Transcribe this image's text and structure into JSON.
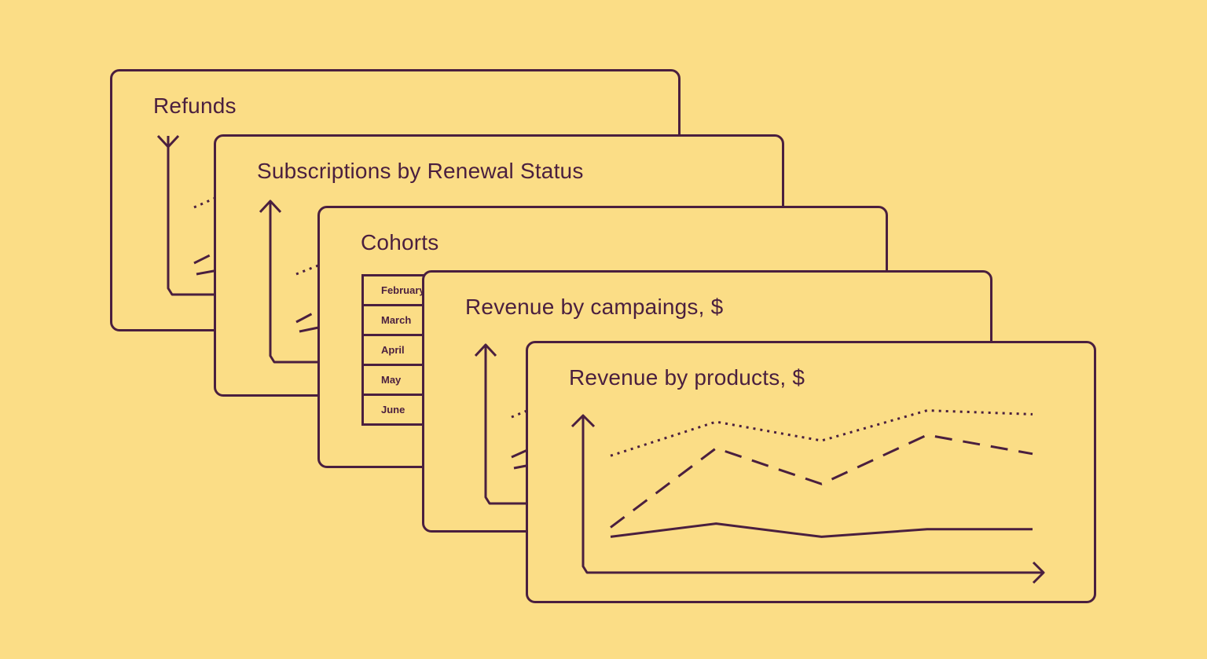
{
  "colors": {
    "background": "#FBDD86",
    "ink": "#4A1F3F"
  },
  "cards": {
    "refunds": {
      "title": "Refunds"
    },
    "subscriptions": {
      "title": "Subscriptions by Renewal Status"
    },
    "cohorts": {
      "title": "Cohorts",
      "rows": [
        "February",
        "March",
        "April",
        "May",
        "June"
      ]
    },
    "campaigns": {
      "title": "Revenue by campaings, $"
    },
    "products": {
      "title": "Revenue by products, $"
    }
  },
  "chart_data": {
    "type": "line",
    "title": "Revenue by products, $",
    "x": [
      1,
      2,
      3,
      4,
      5
    ],
    "ylim": [
      0,
      10
    ],
    "series": [
      {
        "style": "dotted",
        "values": [
          6.2,
          8.0,
          7.0,
          8.6,
          8.4
        ]
      },
      {
        "style": "dashed",
        "values": [
          2.4,
          6.6,
          4.7,
          7.3,
          6.3
        ]
      },
      {
        "style": "solid",
        "values": [
          1.9,
          2.6,
          1.9,
          2.3,
          2.3
        ]
      }
    ]
  }
}
